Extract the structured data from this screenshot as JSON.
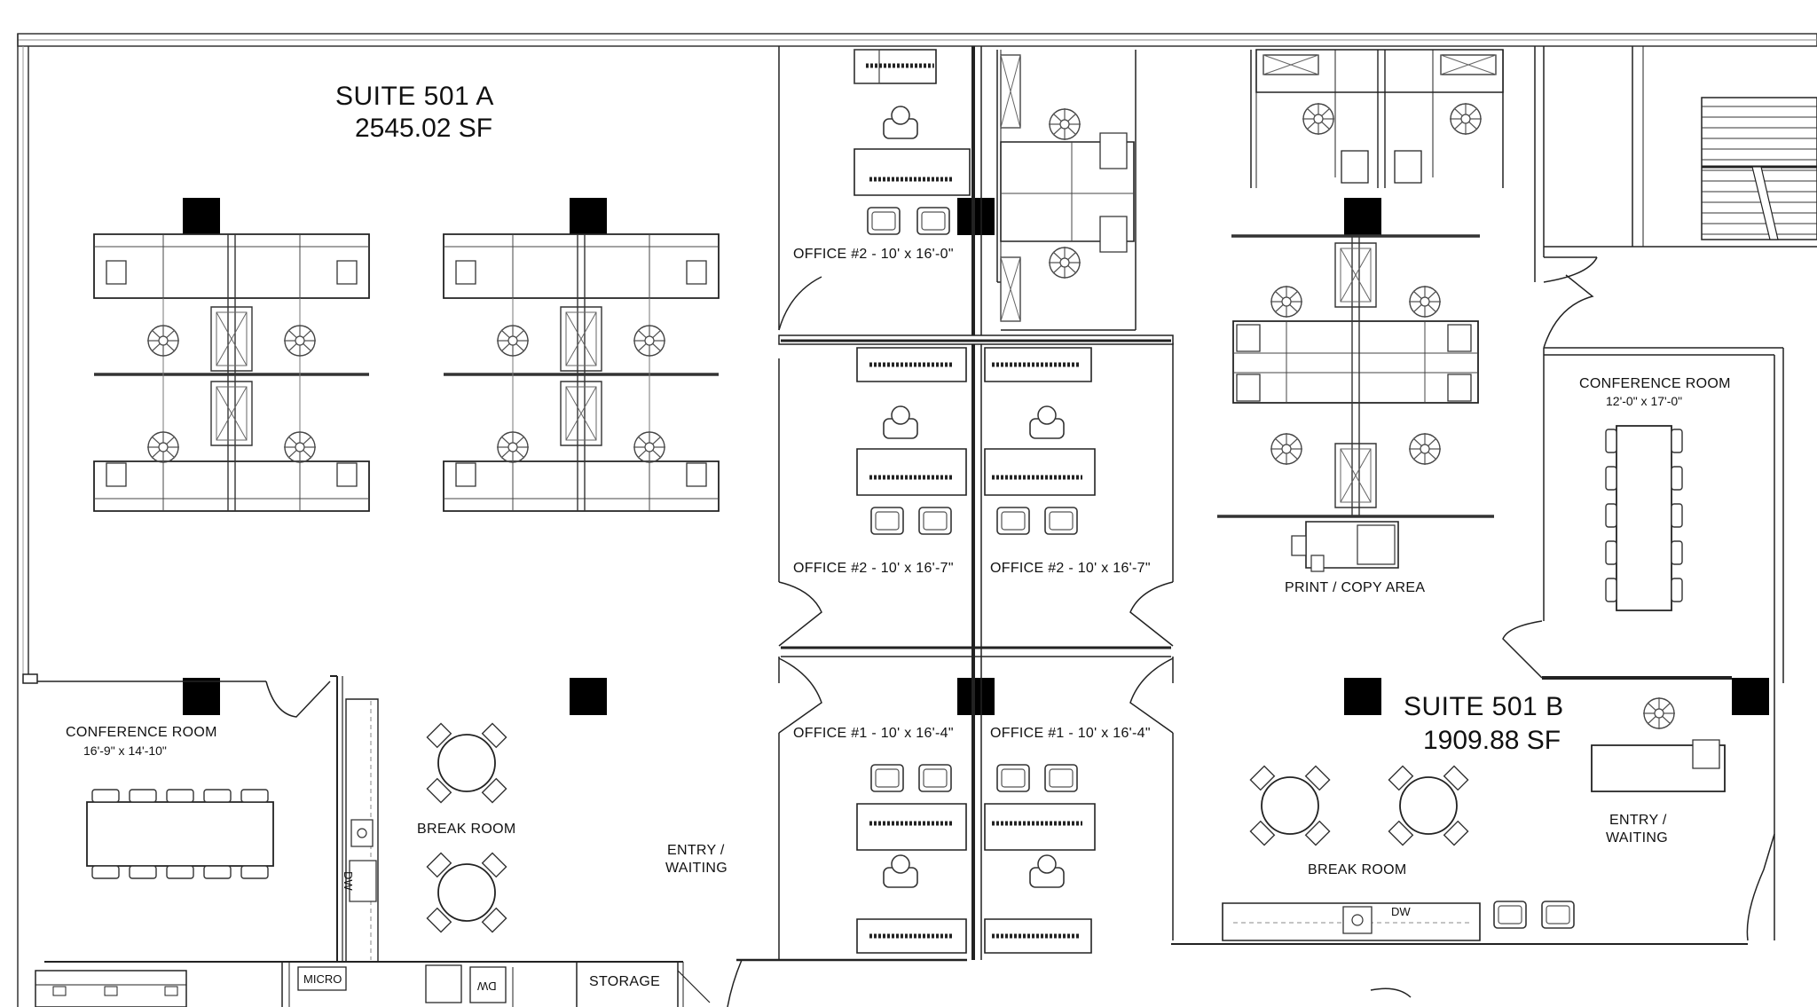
{
  "suite_a": {
    "title": "SUITE 501 A",
    "area": "2545.02 SF"
  },
  "suite_b": {
    "title": "SUITE 501 B",
    "area": "1909.88 SF"
  },
  "rooms": {
    "office_top": "OFFICE #2 - 10' x 16'-0\"",
    "office_mid_left": "OFFICE #2 - 10' x 16'-7\"",
    "office_mid_right": "OFFICE #2 - 10' x 16'-7\"",
    "office_low_left": "OFFICE #1 - 10' x 16'-4\"",
    "office_low_right": "OFFICE #1 - 10' x 16'-4\"",
    "conf_a_name": "CONFERENCE ROOM",
    "conf_a_size": "16'-9\" x 14'-10\"",
    "conf_b_name": "CONFERENCE ROOM",
    "conf_b_size": "12'-0\" x 17'-0\"",
    "break_a": "BREAK ROOM",
    "break_b": "BREAK ROOM",
    "entry_a_1": "ENTRY /",
    "entry_a_2": "WAITING",
    "entry_b_1": "ENTRY /",
    "entry_b_2": "WAITING",
    "print": "PRINT / COPY AREA",
    "storage": "STORAGE"
  },
  "fixtures": {
    "micro": "MICRO",
    "dw_a": "DW",
    "dw_b": "DW",
    "dw_c": "DW"
  }
}
